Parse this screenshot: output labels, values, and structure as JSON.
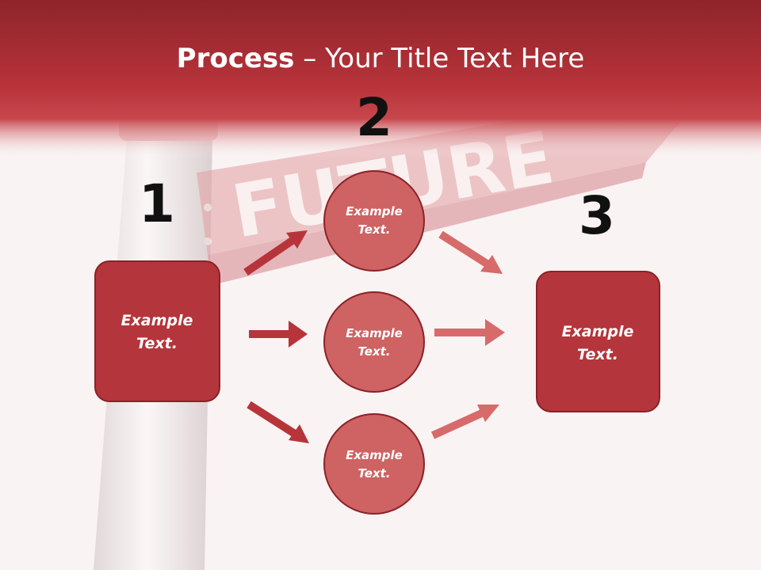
{
  "title": {
    "bold": "Process",
    "dash": " – ",
    "rest": "Your Title Text Here"
  },
  "background": {
    "sign_text": "FUTURE"
  },
  "steps": [
    {
      "number": "1",
      "label_line1": "Example",
      "label_line2": "Text."
    },
    {
      "number": "2"
    },
    {
      "number": "3",
      "label_line1": "Example",
      "label_line2": "Text."
    }
  ],
  "circles": [
    {
      "label_line1": "Example",
      "label_line2": "Text."
    },
    {
      "label_line1": "Example",
      "label_line2": "Text."
    },
    {
      "label_line1": "Example",
      "label_line2": "Text."
    }
  ],
  "colors": {
    "header": "#b8333a",
    "box": "#b4353b",
    "circle": "#cf6262",
    "arrow_dark": "#b8343b",
    "arrow_light": "#d76a6a"
  }
}
